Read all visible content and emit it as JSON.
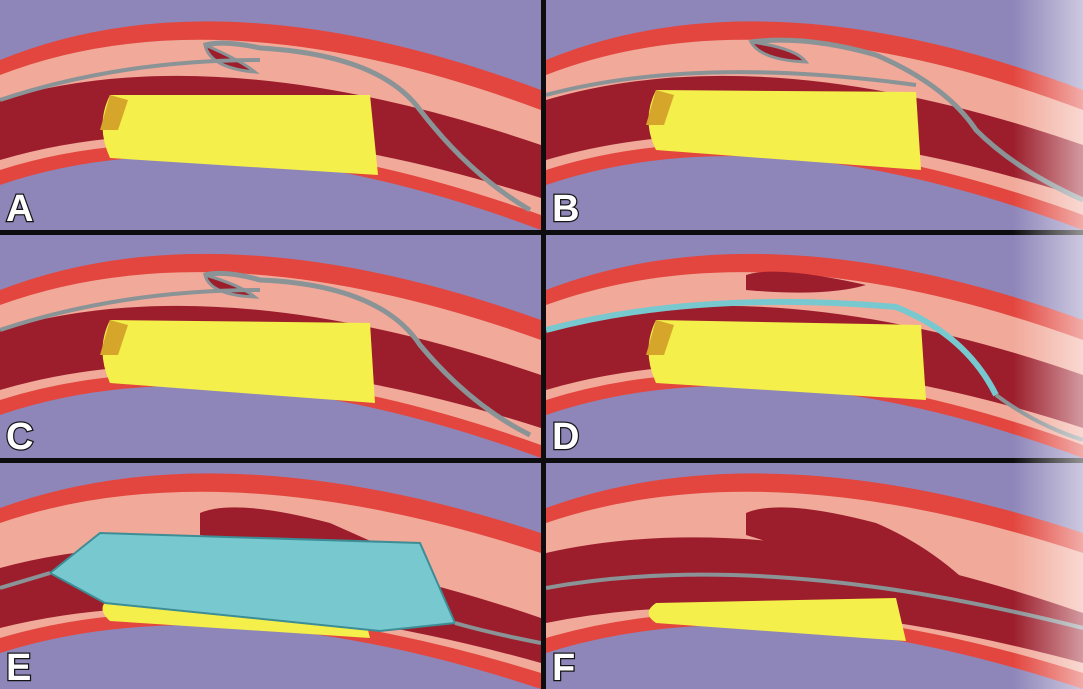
{
  "panels": [
    {
      "label": "A",
      "stage": "guidewire-loop-prolapsed"
    },
    {
      "label": "B",
      "stage": "loop-advanced"
    },
    {
      "label": "C",
      "stage": "loop-advanced-further"
    },
    {
      "label": "D",
      "stage": "balloon-catheter-over-wire"
    },
    {
      "label": "E",
      "stage": "balloon-inflated"
    },
    {
      "label": "F",
      "stage": "recanalized-lumen"
    }
  ],
  "colors": {
    "background": "#8e86b9",
    "adventitia": "#e2463e",
    "media": "#f1a99a",
    "lumen": "#9c1e2c",
    "occlusion": "#f4ef4a",
    "occlusion_edge": "#d5a62a",
    "wire": "#8a9396",
    "balloon": "#77c9cf"
  }
}
